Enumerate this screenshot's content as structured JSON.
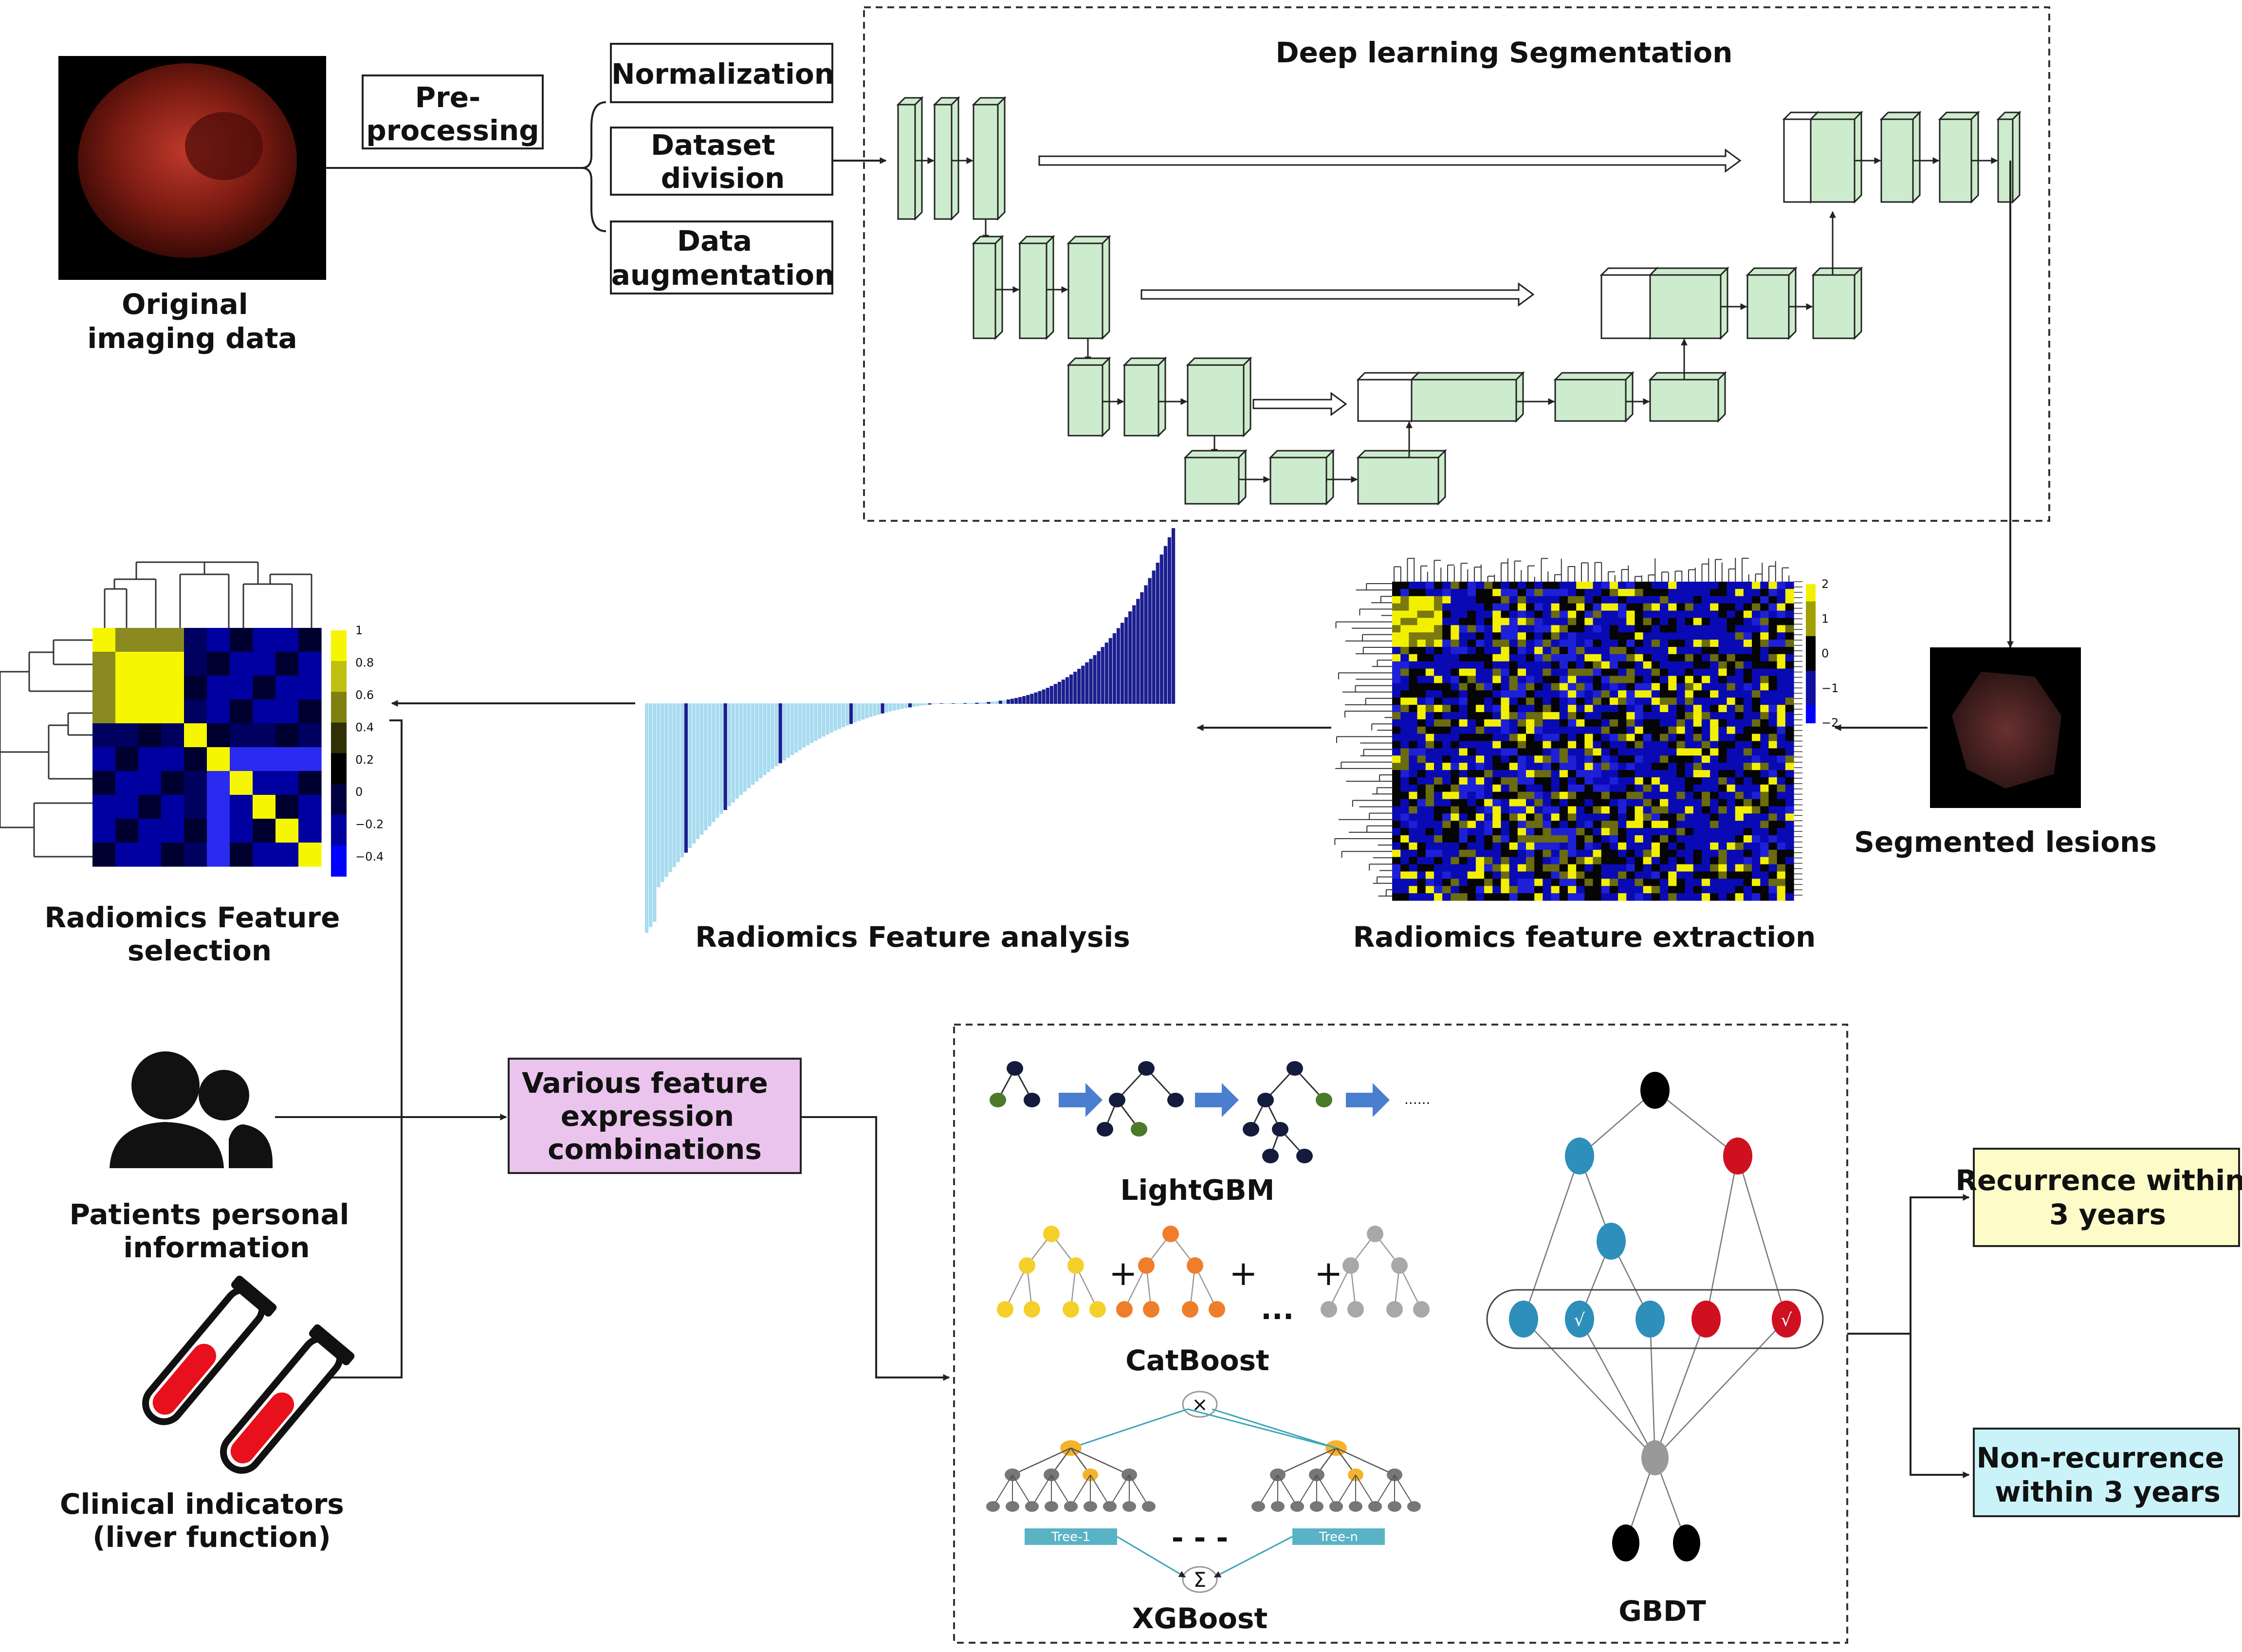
{
  "labels": {
    "original_imaging": [
      "Original",
      "imaging data"
    ],
    "preprocessing": [
      "Pre-",
      "processing"
    ],
    "normalization": [
      "Normalization"
    ],
    "dataset_division": [
      "Dataset",
      "division"
    ],
    "data_augmentation": [
      "Data",
      "augmentation"
    ],
    "deep_learning": "Deep learning Segmentation",
    "segmented_lesions": "Segmented lesions",
    "feature_extraction": "Radiomics feature extraction",
    "feature_analysis": "Radiomics Feature analysis",
    "feature_selection": [
      "Radiomics Feature",
      "selection"
    ],
    "patients_info": [
      "Patients personal",
      "information"
    ],
    "clinical": [
      "Clinical indicators",
      "(liver function)"
    ],
    "combinations": [
      "Various feature",
      "expression",
      "combinations"
    ],
    "lightgbm": "LightGBM",
    "catboost": "CatBoost",
    "xgboost": "XGBoost",
    "gbdt": "GBDT",
    "tree1": "Tree-1",
    "treen": "Tree-n",
    "dots_light": "......",
    "dots_cat": "...",
    "dots_xgb": "- - -",
    "plus": "+",
    "times": "×",
    "sum": "Σ",
    "check": "√",
    "recurrence": [
      "Recurrence within",
      "3 years"
    ],
    "nonrecurrence": [
      "Non-recurrence",
      "within 3 years"
    ]
  },
  "heatmap_extraction_scale": [
    "2",
    "1",
    "0",
    "−1",
    "−2"
  ],
  "heatmap_selection_scale": [
    "1",
    "0.8",
    "0.6",
    "0.4",
    "0.2",
    "0",
    "−0.2",
    "−0.4"
  ],
  "colors": {
    "unet_block": "#cdeccd",
    "pink_box": "#ebc4ee",
    "yellow_box": "#fdfcc8",
    "cyan_box": "#c9f3f9",
    "arrow_blue": "#4a7fd0",
    "gbdt_blue": "#2e8fba",
    "gbdt_red": "#cf1020",
    "bar_dark": "#1c1f90",
    "bar_light": "#a8dbef",
    "tube_red": "#e8101c"
  }
}
